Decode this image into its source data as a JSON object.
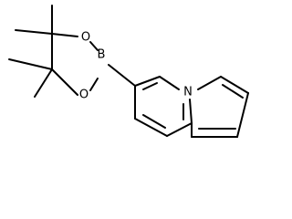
{
  "molecule": {
    "atoms": {
      "boron": "B",
      "oxygen_top": "O",
      "oxygen_bottom": "O",
      "nitrogen": "N"
    }
  }
}
